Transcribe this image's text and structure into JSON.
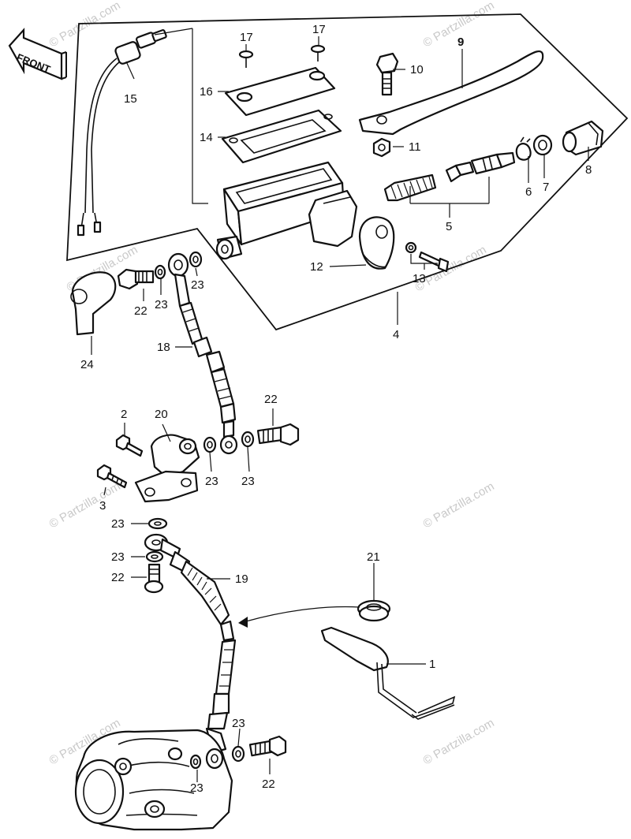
{
  "front_label": "FRONT",
  "watermark": "© Partzilla.com",
  "callouts": {
    "p1": "1",
    "p2": "2",
    "p3": "3",
    "p4": "4",
    "p5": "5",
    "p6": "6",
    "p7": "7",
    "p8": "8",
    "p9": "9",
    "p10": "10",
    "p11": "11",
    "p12": "12",
    "p13": "13",
    "p14": "14",
    "p15": "15",
    "p16": "16",
    "p17a": "17",
    "p17b": "17",
    "p18": "18",
    "p19": "19",
    "p20": "20",
    "p21": "21",
    "p22a": "22",
    "p22b": "22",
    "p22c": "22",
    "p22d": "22",
    "p23a": "23",
    "p23b": "23",
    "p23c": "23",
    "p23d": "23",
    "p23e": "23",
    "p23f": "23",
    "p23g": "23",
    "p23h": "23",
    "p24": "24"
  }
}
